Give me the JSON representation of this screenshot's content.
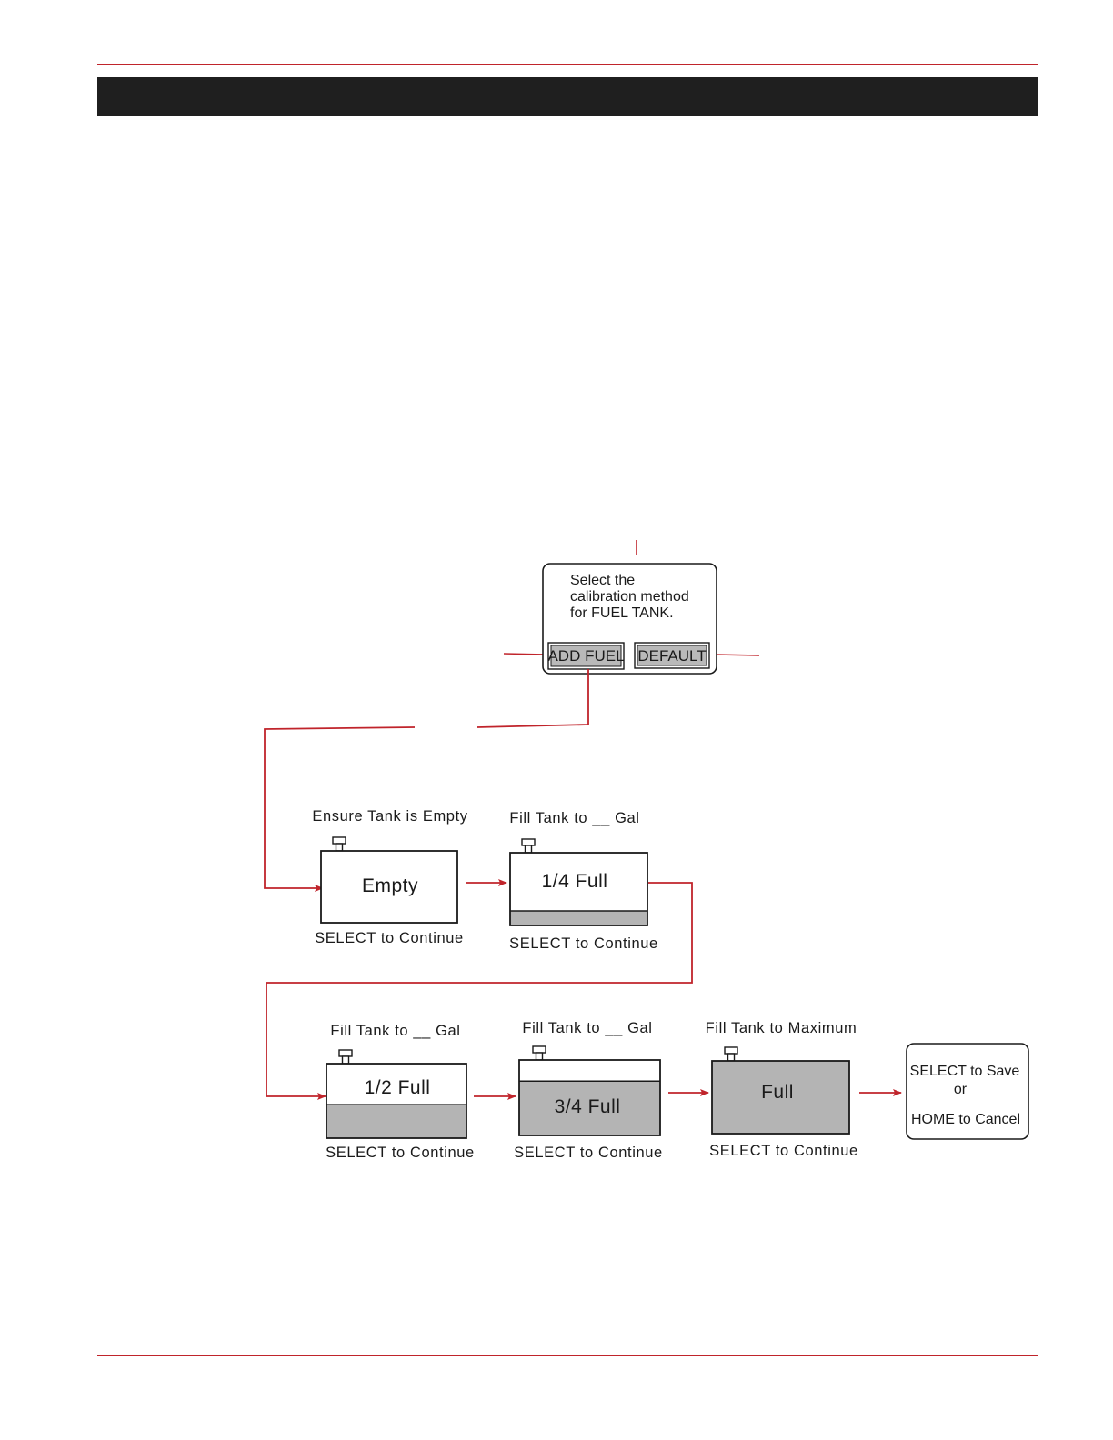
{
  "colors": {
    "accent": "#c0242b",
    "header_band": "#1f1f1f",
    "fuel_gray": "#b4b4b4",
    "button_gray": "#b9b9b9"
  },
  "dialog": {
    "line1": "Select the",
    "line2": "calibration method",
    "line3": "for FUEL TANK.",
    "add_fuel_label": "ADD FUEL",
    "default_label": "DEFAULT"
  },
  "steps": [
    {
      "top_label": "Ensure Tank  is  Empty",
      "tank_label": "Empty",
      "bottom_label": "SELECT  to  Continue",
      "fill_fraction": 0
    },
    {
      "top_label": "Fill Tank to __ Gal",
      "tank_label": "1/4  Full",
      "bottom_label": "SELECT  to  Continue",
      "fill_fraction": 0.25
    },
    {
      "top_label": "Fill Tank  to __ Gal",
      "tank_label": "1/2  Full",
      "bottom_label": "SELECT  to  Continue",
      "fill_fraction": 0.5
    },
    {
      "top_label": "Fill Tank to __ Gal",
      "tank_label": "3/4  Full",
      "bottom_label": "SELECT  to  Continue",
      "fill_fraction": 0.75
    },
    {
      "top_label": "Fill Tank  to Maximum",
      "tank_label": "Full",
      "bottom_label": "SELECT  to  Continue",
      "fill_fraction": 1
    }
  ],
  "final": {
    "line1": "SELECT  to  Save",
    "line2": "or",
    "line3": "HOME  to  Cancel"
  }
}
